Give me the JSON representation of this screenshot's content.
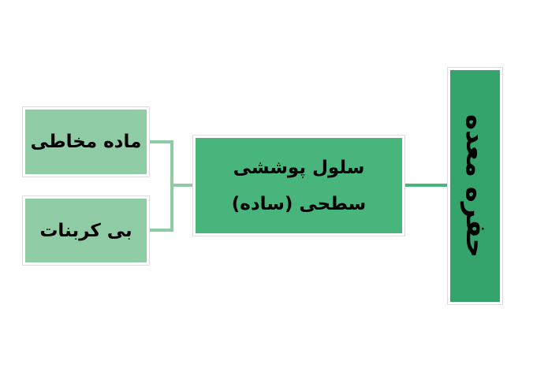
{
  "root": {
    "label": "حفره معده"
  },
  "center": {
    "line1": "سلول پوششی",
    "line2": "سطحی (ساده)"
  },
  "children": [
    {
      "label": "ماده مخاطی"
    },
    {
      "label": "بی کربنات"
    }
  ],
  "colors": {
    "root": "#35a46c",
    "center": "#48b57d",
    "children": "#8fcba5"
  }
}
